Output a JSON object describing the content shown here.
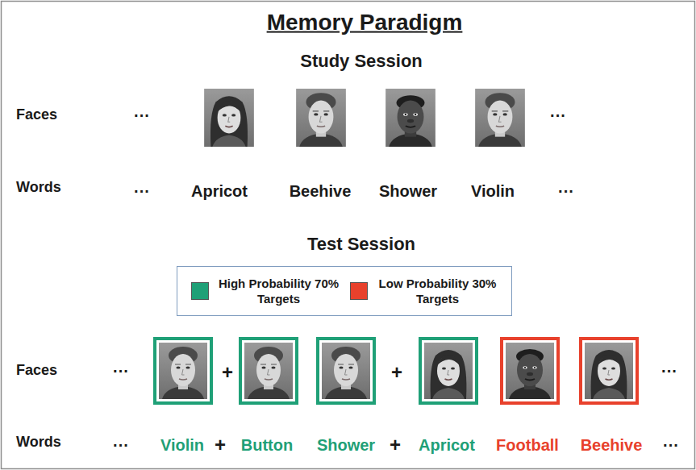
{
  "diagram": {
    "title": "Memory Paradigm",
    "labels": [
      "Study Session",
      "Faces",
      "···",
      "···",
      "Words",
      "···",
      "Apricot",
      "Beehive",
      "Shower",
      "Violin",
      "···",
      "Test Session",
      "Faces",
      "···",
      "+",
      "+",
      "···",
      "Words",
      "···",
      "Violin",
      "+",
      "Button",
      "Shower",
      "+",
      "Apricot",
      "Football",
      "Beehive",
      "···"
    ],
    "legend": [
      {
        "text": "High Probability 70% Targets",
        "color": "#1fa077"
      },
      {
        "text": "Low Probability 30% Targets",
        "color": "#e8412c"
      }
    ]
  }
}
